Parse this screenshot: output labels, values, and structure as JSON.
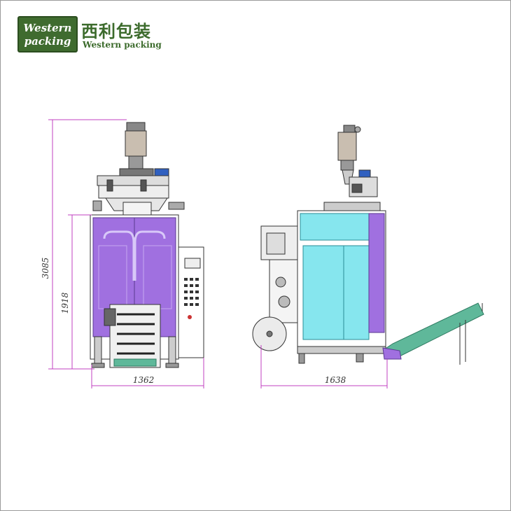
{
  "logo": {
    "line1": "Western",
    "line2": "packing"
  },
  "brand": {
    "chinese": "西利包装",
    "english": "Western packing"
  },
  "dimensions": {
    "total_height": "3085",
    "frame_height": "1918",
    "front_width": "1362",
    "side_width": "1638"
  },
  "colors": {
    "dim_line": "#c040c0",
    "panel_purple": "#a070e0",
    "cabinet_cyan": "#86e6ee",
    "steel_gray": "#b8b8b8",
    "logo_green": "#3f6b2f",
    "conveyor_green": "#5fb89a"
  }
}
